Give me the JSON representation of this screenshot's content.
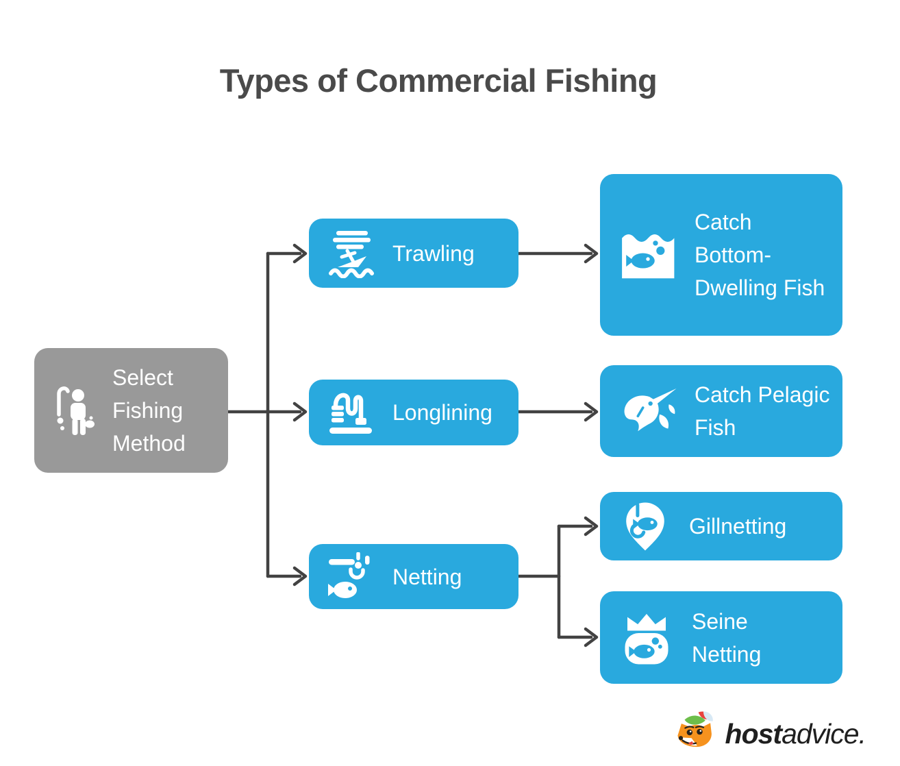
{
  "title": "Types of Commercial Fishing",
  "colors": {
    "accent_blue": "#29A9DE",
    "neutral_gray": "#999999",
    "connector_dark": "#424242",
    "title_text": "#4A4A4A"
  },
  "nodes": {
    "root": {
      "label": "Select Fishing Method",
      "icon": "fisherman-icon"
    },
    "trawling": {
      "label": "Trawling",
      "icon": "trawler-boat-icon"
    },
    "longlining": {
      "label": "Longlining",
      "icon": "longline-icon"
    },
    "netting": {
      "label": "Netting",
      "icon": "net-hook-fish-icon"
    },
    "catch_bottom": {
      "label": "Catch Bottom-Dwelling Fish",
      "icon": "fish-in-water-icon"
    },
    "catch_pelagic": {
      "label": "Catch Pelagic Fish",
      "icon": "swordfish-icon"
    },
    "gillnetting": {
      "label": "Gillnetting",
      "icon": "fish-pin-hook-icon"
    },
    "seine_netting": {
      "label": "Seine Netting",
      "icon": "net-bag-fish-icon"
    }
  },
  "logo": {
    "icon": "hostadvice-fox-icon",
    "brand_bold": "host",
    "brand_regular": "advice."
  }
}
